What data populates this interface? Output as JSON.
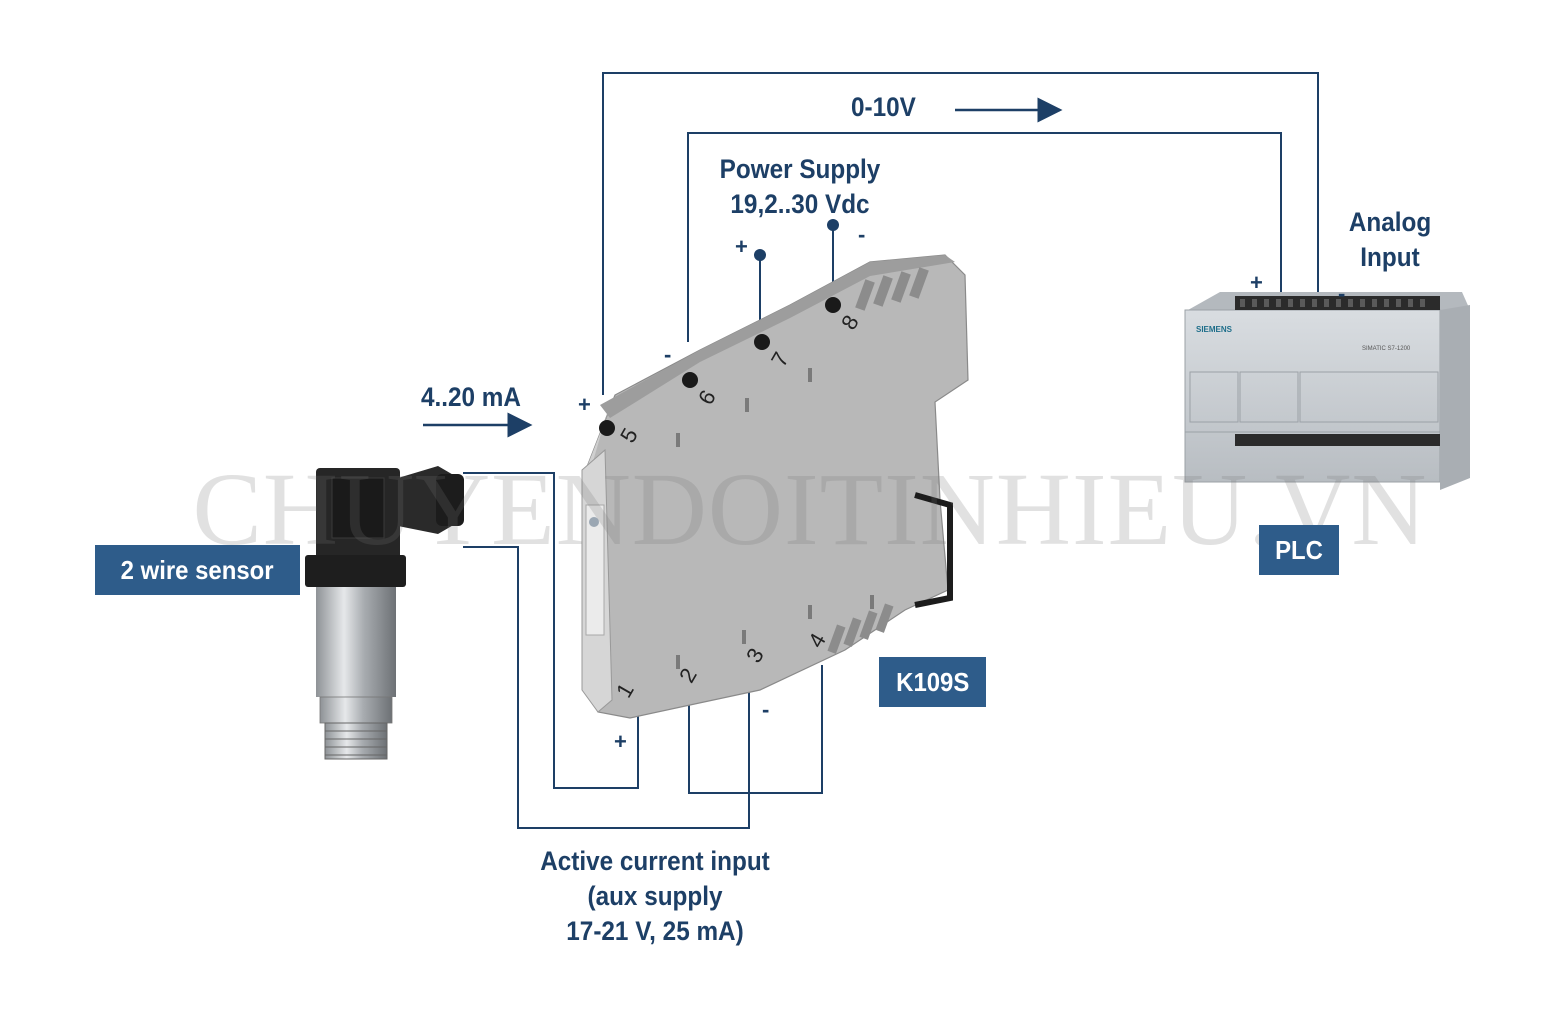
{
  "labels": {
    "output_signal": "0-10V",
    "power_supply_line1": "Power Supply",
    "power_supply_line2": "19,2..30 Vdc",
    "analog_input_line1": "Analog",
    "analog_input_line2": "Input",
    "input_signal": "4..20 mA",
    "active_input_line1": "Active current input",
    "active_input_line2": "(aux supply",
    "active_input_line3": "17-21 V, 25 mA)"
  },
  "boxes": {
    "sensor": "2 wire sensor",
    "device": "K109S",
    "plc": "PLC"
  },
  "signs": {
    "plus": "+",
    "minus": "-"
  },
  "terminals": [
    "1",
    "2",
    "3",
    "4",
    "5",
    "6",
    "7",
    "8"
  ],
  "plc_brand": "SIEMENS",
  "plc_model": "SIMATIC S7-1200",
  "watermark": "CHUYENDOITINHIEU.VN",
  "colors": {
    "wire": "#1d3f66",
    "label_text": "#1d3f66",
    "box_bg": "#2e5c8a",
    "box_text": "#ffffff",
    "module_body": "#b9b9b9",
    "plc_body": "#c9ced3"
  },
  "icons": {
    "sensor": "pressure-transmitter-icon",
    "module": "din-rail-module-icon",
    "plc": "plc-controller-icon"
  }
}
